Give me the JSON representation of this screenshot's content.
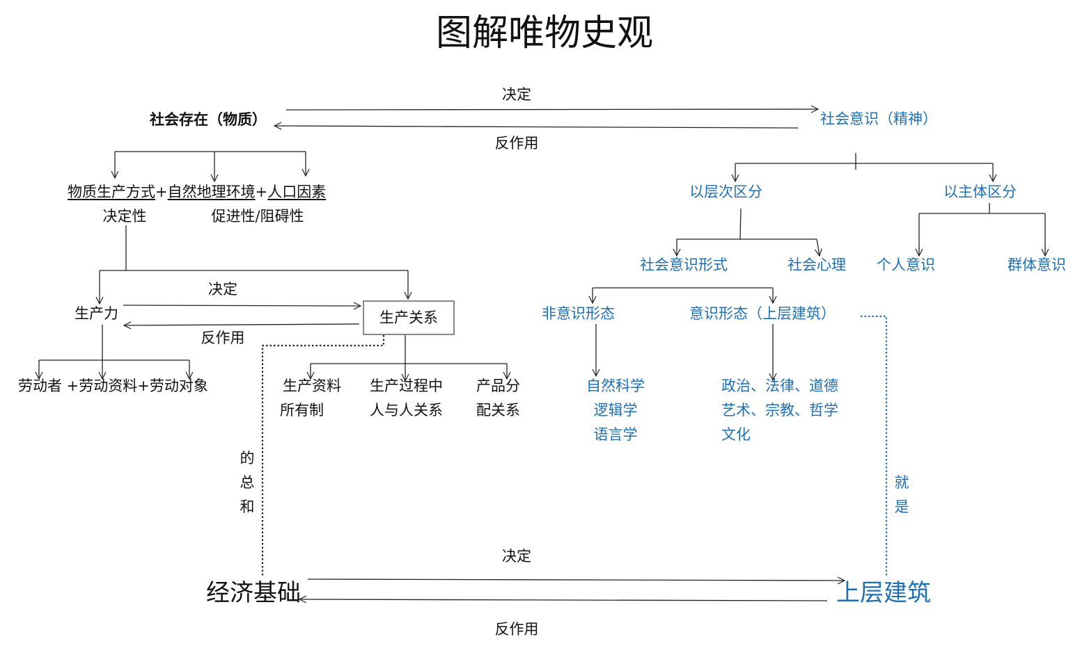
{
  "title": "图解唯物史观",
  "colors": {
    "text": "#111111",
    "blue": "#1f6fb2",
    "box_border": "#888888"
  },
  "top_relation": {
    "left": "社会存在（物质）",
    "right": "社会意识（精神）",
    "forward": "决定",
    "backward": "反作用"
  },
  "social_being": {
    "factors": [
      "物质生产方式",
      "+",
      "自然地理环境",
      "+",
      "人口因素"
    ],
    "roles": {
      "decisive": "决定性",
      "promote_hinder": "促进性/阻碍性"
    }
  },
  "production": {
    "forces": "生产力",
    "relations": "生产关系",
    "forward": "决定",
    "backward": "反作用",
    "force_elements": "劳动者 +劳动资料+劳动对象",
    "relation_elements": [
      {
        "line1": "生产资料",
        "line2": "所有制"
      },
      {
        "line1": "生产过程中",
        "line2": "人与人关系"
      },
      {
        "line1": "产品分",
        "line2": "配关系"
      }
    ],
    "sum_label": [
      "的",
      "总",
      "和"
    ]
  },
  "social_consciousness": {
    "by_level": "以层次区分",
    "by_subject": "以主体区分",
    "forms": "社会意识形式",
    "psychology": "社会心理",
    "individual": "个人意识",
    "group": "群体意识",
    "non_ideology": "非意识形态",
    "ideology": "意识形态（上层建筑）",
    "non_ideology_items": [
      "自然科学",
      "逻辑学",
      "语言学"
    ],
    "ideology_items": [
      "政治、法律、道德",
      "艺术、宗教、哲学",
      "文化"
    ],
    "is_label": [
      "就",
      "是"
    ]
  },
  "bottom_relation": {
    "left": "经济基础",
    "right": "上层建筑",
    "forward": "决定",
    "backward": "反作用"
  }
}
